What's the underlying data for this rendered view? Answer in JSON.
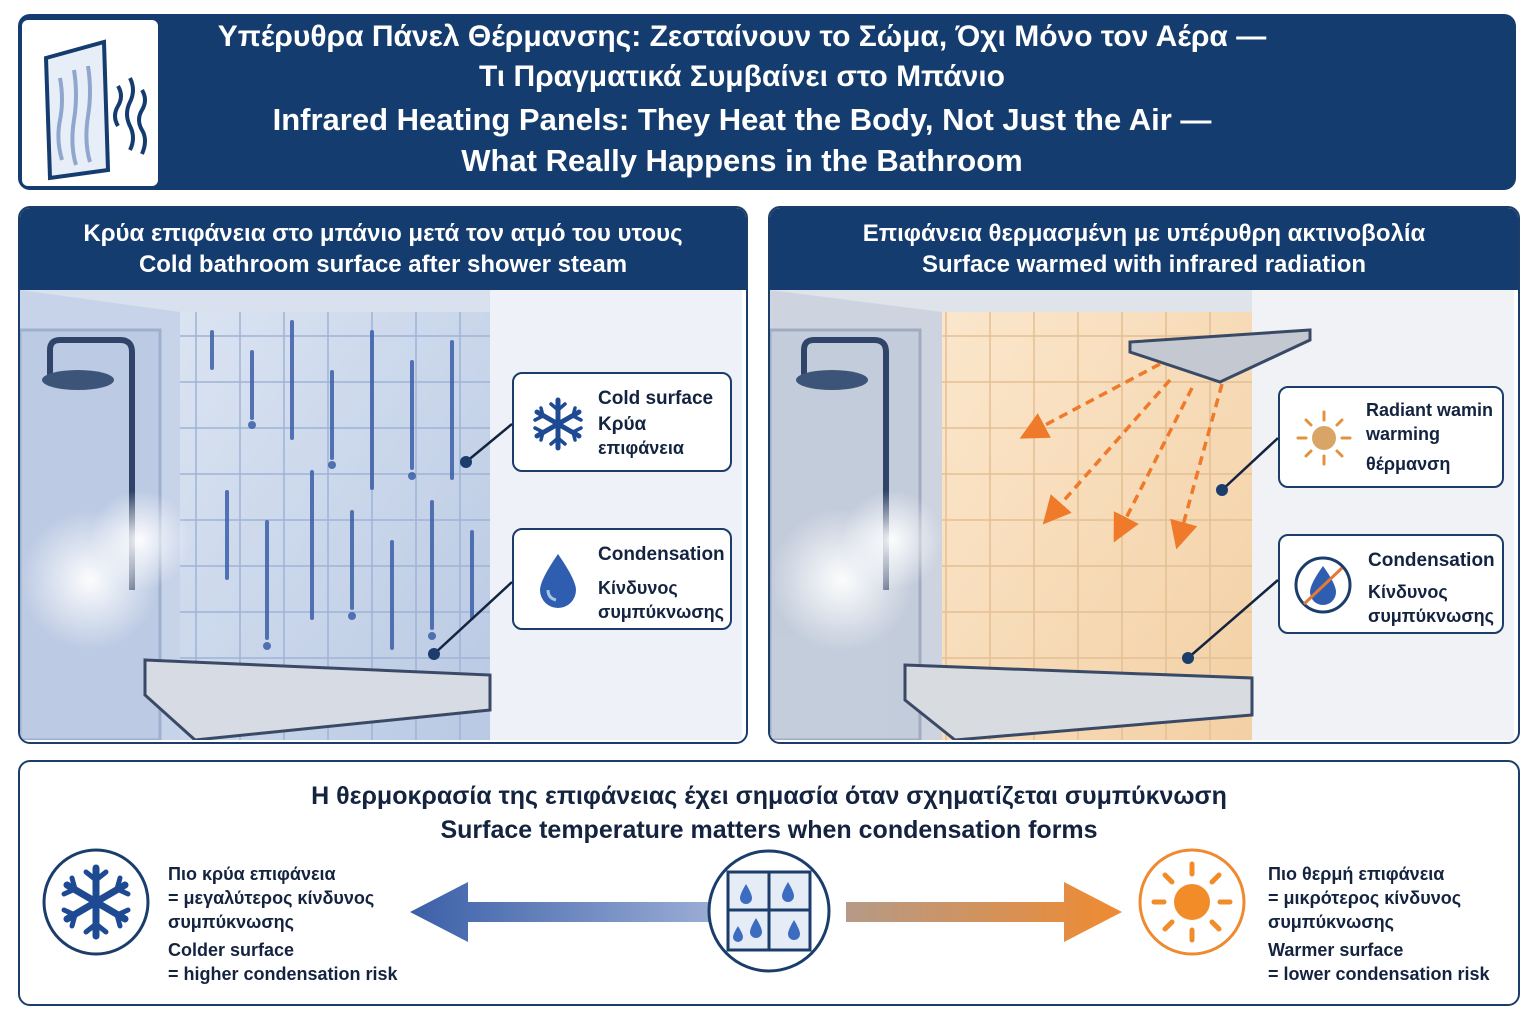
{
  "header": {
    "title_el_1": "Υπέρυθρα Πάνελ Θέρμανσης: Ζεσταίνουν το Σώμα, Όχι Μόνο τον Αέρα —",
    "title_el_2": "Τι Πραγματικά Συμβαίνει στο Μπάνιο",
    "title_en_1": "Infrared Heating Panels: They Heat the Body, Not Just the Air —",
    "title_en_2": "What Really Happens in the Bathroom",
    "logo_icon": "infrared-panel-icon"
  },
  "left_panel": {
    "heading_el": "Κρύα επιφάνεια στο μπάνιο μετά τον ατμό του υτους",
    "heading_en": "Cold bathroom surface after shower steam",
    "callout_cold": {
      "line1": "Cold surface",
      "line2": "Κρύα",
      "line3": "επιφάνεια",
      "icon": "snowflake-icon"
    },
    "callout_condensation": {
      "line1": "Condensation",
      "line2": "Κίνδυνος",
      "line3": "συμπύκνωσης",
      "icon": "water-drop-icon"
    }
  },
  "right_panel": {
    "heading_el": "Επιφάνεια θερμασμένη με υπέρυθρη ακτινοβολία",
    "heading_en": "Surface warmed with infrared radiation",
    "callout_radiant": {
      "line1": "Radiant wamin",
      "line2": "warming",
      "line3": "θέρμανση",
      "icon": "sun-icon"
    },
    "callout_condensation": {
      "line1": "Condensation",
      "line2": "Κίνδυνος",
      "line3": "συμπύκνωσης",
      "icon": "crossed-drop-icon"
    }
  },
  "bottom": {
    "title_el": "Η θερμοκρασία της επιφάνειας έχει σημασία όταν σχηματίζεται συμπύκνωση",
    "title_en": "Surface temperature matters when condensation forms",
    "left": {
      "el_1": "Πιο κρύα επιφάνεια",
      "el_2": "= μεγαλύτερος κίνδυνος",
      "el_3": "συμπύκνωσης",
      "en_1": "Colder surface",
      "en_2": "= higher condensation risk",
      "icon": "snowflake-icon"
    },
    "right": {
      "el_1": "Πιο θερμή επιφάνεια",
      "el_2": "= μικρότερος κίνδυνος",
      "el_3": "συμπύκνωσης",
      "en_1": "Warmer surface",
      "en_2": "= lower condensation risk",
      "icon": "sun-icon"
    },
    "center_icon": "wet-window-icon"
  },
  "colors": {
    "navy": "#143c6e",
    "cold_blue": "#3b5fa8",
    "warm_orange": "#f08a30",
    "warm_wall": "#f7dcb6",
    "cold_wall": "#c9d6ea"
  }
}
